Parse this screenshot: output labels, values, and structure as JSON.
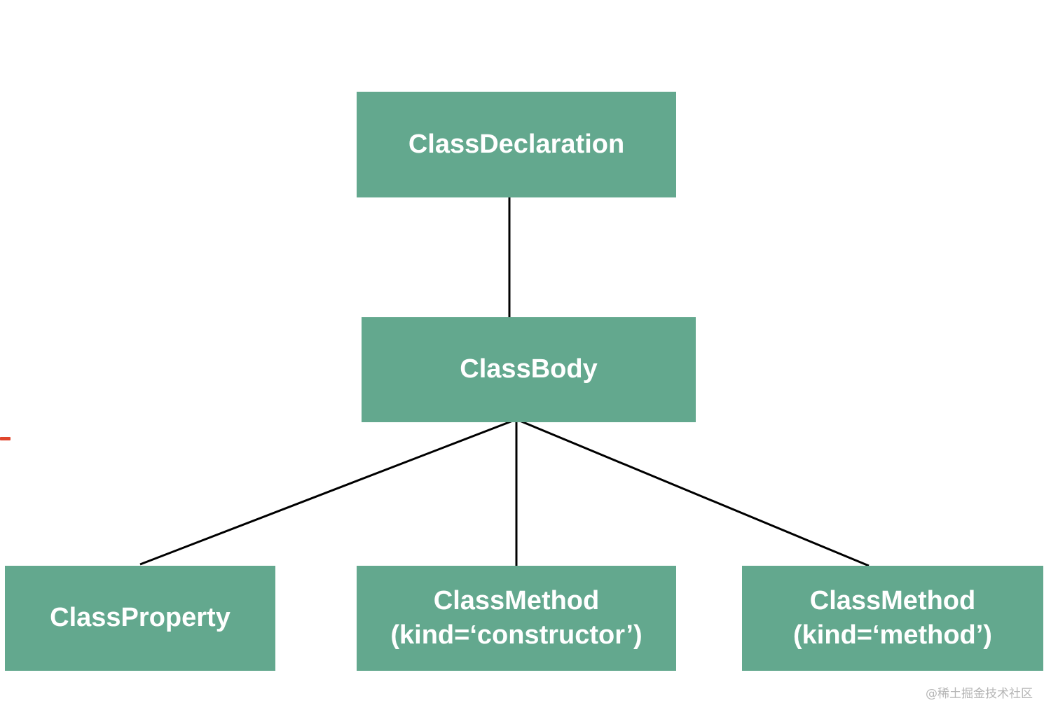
{
  "colors": {
    "node_fill": "#63a88e",
    "node_text": "#ffffff",
    "edge": "#000000",
    "background": "#ffffff"
  },
  "nodes": {
    "class_declaration": "ClassDeclaration",
    "class_body": "ClassBody",
    "class_property": "ClassProperty",
    "class_method_constructor": "ClassMethod\n(kind=‘constructor’)",
    "class_method_method": "ClassMethod\n(kind=‘method’)"
  },
  "edges": [
    {
      "from": "class_declaration",
      "to": "class_body"
    },
    {
      "from": "class_body",
      "to": "class_property"
    },
    {
      "from": "class_body",
      "to": "class_method_constructor"
    },
    {
      "from": "class_body",
      "to": "class_method_method"
    }
  ],
  "watermark": "@稀土掘金技术社区"
}
